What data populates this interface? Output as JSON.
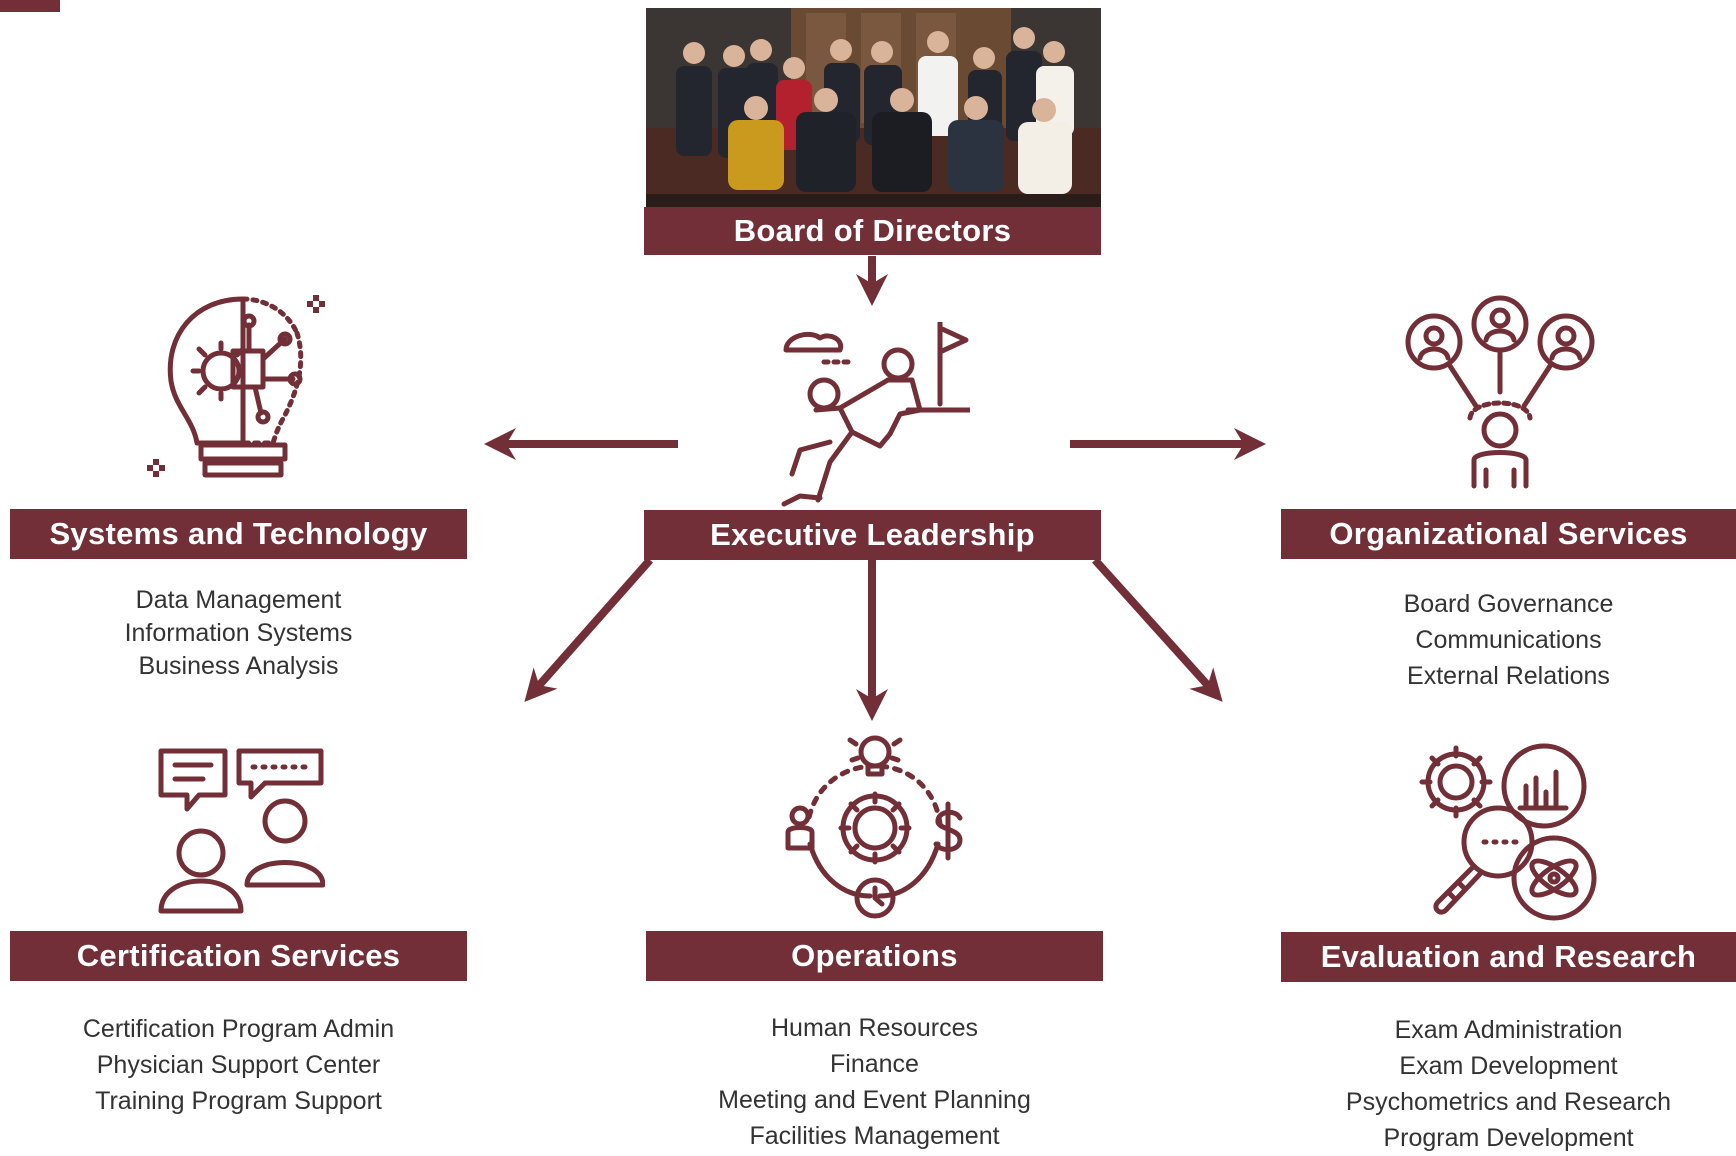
{
  "colors": {
    "accent": "#722f37",
    "text": "#333333",
    "label_text": "#ffffff"
  },
  "board": {
    "label": "Board of Directors",
    "photo": "board-group-photo"
  },
  "executive": {
    "label": "Executive Leadership",
    "icon": "climbing-team-icon"
  },
  "systems": {
    "label": "Systems and Technology",
    "icon": "lightbulb-circuit-icon",
    "items": [
      "Data Management",
      "Information Systems",
      "Business Analysis"
    ]
  },
  "organizational": {
    "label": "Organizational Services",
    "icon": "people-network-icon",
    "items": [
      "Board Governance",
      "Communications",
      "External Relations"
    ]
  },
  "certification": {
    "label": "Certification Services",
    "icon": "conversation-people-icon",
    "items": [
      "Certification Program Admin",
      "Physician Support Center",
      "Training Program Support"
    ]
  },
  "operations": {
    "label": "Operations",
    "icon": "operations-cycle-icon",
    "items": [
      "Human Resources",
      "Finance",
      "Meeting and Event Planning",
      "Facilities Management"
    ]
  },
  "evaluation": {
    "label": "Evaluation and Research",
    "icon": "research-analysis-icon",
    "items": [
      "Exam Administration",
      "Exam Development",
      "Psychometrics and Research",
      "Program Development"
    ]
  }
}
